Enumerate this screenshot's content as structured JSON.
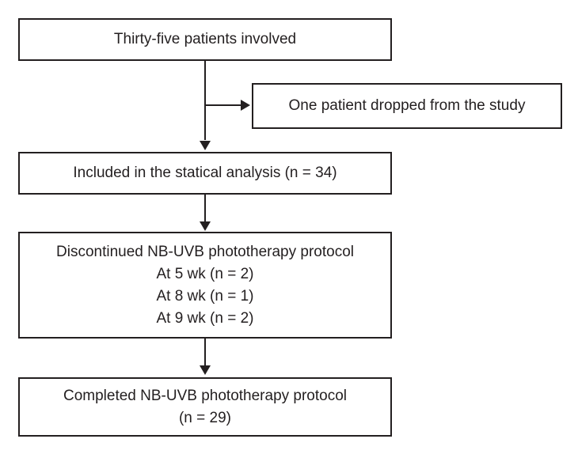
{
  "diagram": {
    "type": "flowchart",
    "colors": {
      "line": "#231f20",
      "text": "#231f20",
      "background": "#ffffff"
    },
    "boxes": [
      {
        "id": "involved",
        "text": "Thirty-five patients involved"
      },
      {
        "id": "dropped",
        "text": "One patient dropped from the study"
      },
      {
        "id": "included",
        "text": "Included in the statical analysis (n = 34)"
      },
      {
        "id": "discontinued",
        "lines": [
          "Discontinued NB-UVB phototherapy protocol",
          "At 5 wk (n = 2)",
          "At 8 wk (n = 1)",
          "At 9 wk (n = 2)"
        ]
      },
      {
        "id": "completed",
        "lines": [
          "Completed NB-UVB phototherapy protocol",
          "(n = 29)"
        ]
      }
    ]
  }
}
